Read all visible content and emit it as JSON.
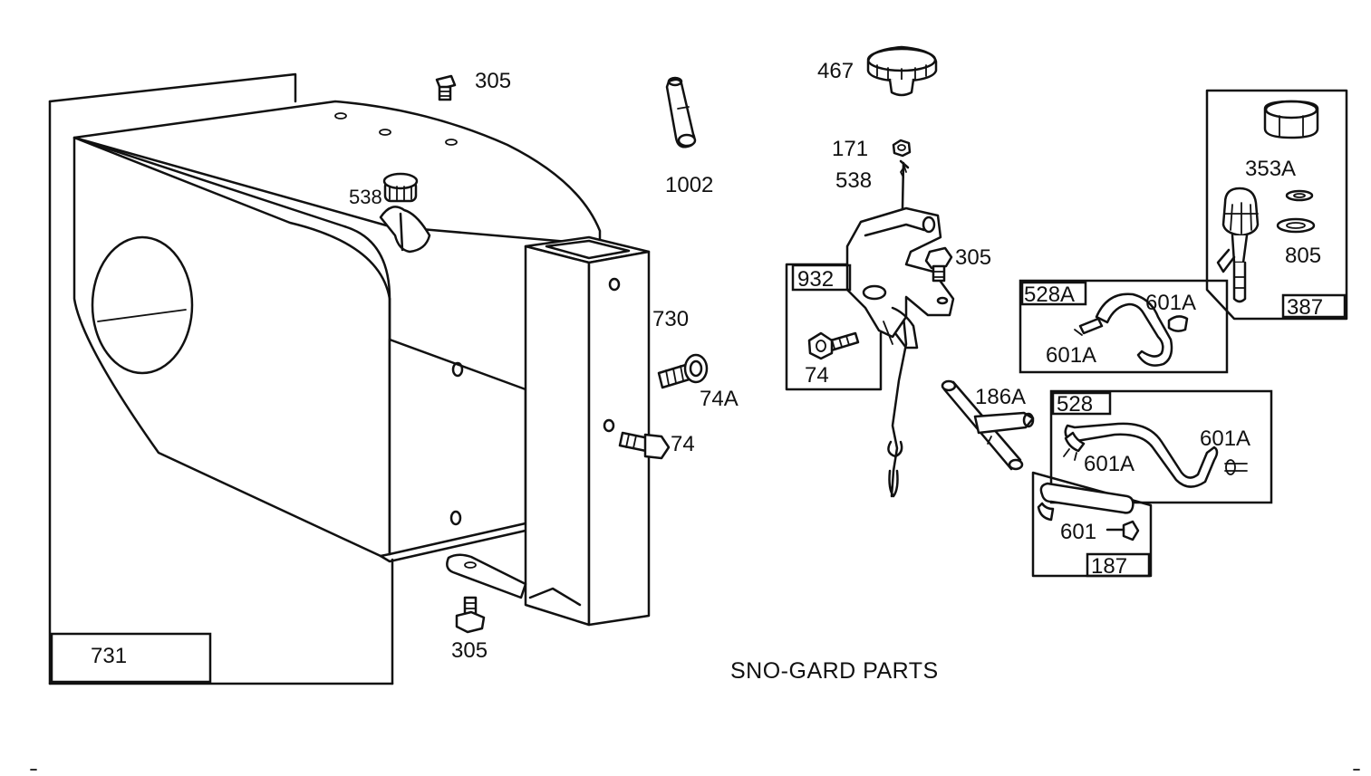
{
  "title": "SNO-GARD PARTS",
  "colors": {
    "ink": "#111111",
    "paper": "#ffffff"
  },
  "labels": {
    "p305_top": "305",
    "p305_bottom": "305",
    "p305_bracket": "305",
    "p538_housing": "538",
    "p538_dipstick": "538",
    "p1002": "1002",
    "p467": "467",
    "p171": "171",
    "p730": "730",
    "p74a": "74A",
    "p74_housing": "74",
    "p74_kit": "74",
    "p731": "731",
    "p932": "932",
    "p186a": "186A",
    "p528a": "528A",
    "p601a_1": "601A",
    "p601a_2": "601A",
    "p528": "528",
    "p601a_3": "601A",
    "p601a_4": "601A",
    "p601": "601",
    "p187": "187",
    "p353a": "353A",
    "p805": "805",
    "p387": "387"
  }
}
